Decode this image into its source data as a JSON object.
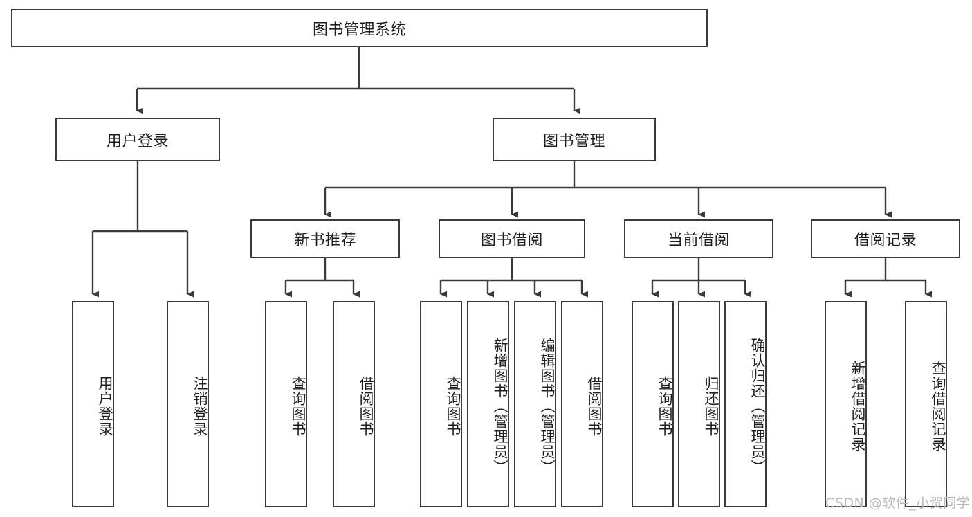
{
  "diagram": {
    "type": "tree",
    "title": "图书管理系统",
    "orientation": "top-down",
    "colors": {
      "box_border": "#3a3a3a",
      "box_fill": "#ffffff",
      "connector": "#3a3a3a",
      "text": "#1f1f1f",
      "watermark": "#b9b9b9",
      "background": "#ffffff"
    },
    "root": {
      "label": "图书管理系统"
    },
    "level1": [
      {
        "label": "用户登录"
      },
      {
        "label": "图书管理"
      }
    ],
    "level2": [
      {
        "label": "新书推荐"
      },
      {
        "label": "图书借阅"
      },
      {
        "label": "当前借阅"
      },
      {
        "label": "借阅记录"
      }
    ],
    "leaves": {
      "user_login": [
        {
          "label": "用户登录"
        },
        {
          "label": "注销登录"
        }
      ],
      "new_book_recommend": [
        {
          "label": "查询图书"
        },
        {
          "label": "借阅图书"
        }
      ],
      "book_borrow": [
        {
          "label": "查询图书"
        },
        {
          "label": "新增图书（管理员）"
        },
        {
          "label": "编辑图书（管理员）"
        },
        {
          "label": "借阅图书"
        }
      ],
      "current_borrow": [
        {
          "label": "查询图书"
        },
        {
          "label": "归还图书"
        },
        {
          "label": "确认归还（管理员）"
        }
      ],
      "borrow_record": [
        {
          "label": "新增借阅记录"
        },
        {
          "label": "查询借阅记录"
        }
      ]
    }
  },
  "watermark": {
    "text": "CSDN @软件_小贺同学"
  }
}
